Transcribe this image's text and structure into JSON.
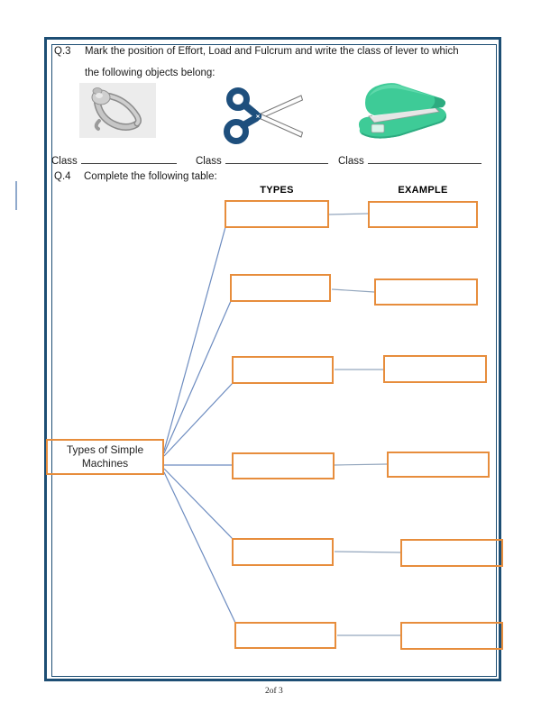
{
  "document": {
    "footer_page": "2of 3"
  },
  "q3": {
    "number": "Q.3",
    "line1": "Mark the position of Effort, Load and Fulcrum and write the class of lever to which",
    "line2": "the following objects belong:",
    "objects": [
      "nutcracker",
      "scissors",
      "stapler"
    ],
    "class_labels": [
      "Class",
      "Class",
      "Class"
    ]
  },
  "q4": {
    "number": "Q.4",
    "text": "Complete the following table:",
    "diagram": {
      "headers": [
        "TYPES",
        "EXAMPLE"
      ],
      "hub_label": "Types of Simple Machines",
      "row_count": 6,
      "types_values": [
        "",
        "",
        "",
        "",
        "",
        ""
      ],
      "example_values": [
        "",
        "",
        "",
        "",
        "",
        ""
      ]
    }
  },
  "colors": {
    "frame_navy": "#1d4e74",
    "box_orange": "#e78d3c",
    "connector_blue": "#6d8cc0",
    "stapler_green": "#3ecb97",
    "scissors_navy": "#1e4f7d",
    "metal_gray": "#b3b3b3"
  }
}
